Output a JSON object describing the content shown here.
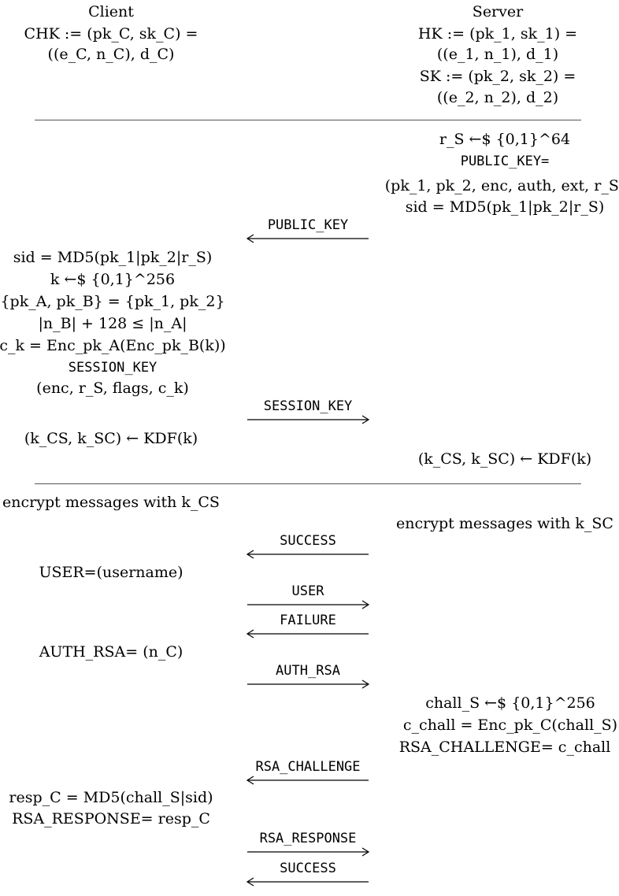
{
  "header": {
    "client_title": "Client",
    "client_keys": [
      "CHK := (pk_C, sk_C) =",
      "((e_C, n_C), d_C)"
    ],
    "server_title": "Server",
    "server_keys": [
      "HK := (pk_1, sk_1) =",
      "((e_1, n_1), d_1)",
      "SK := (pk_2, sk_2) =",
      "((e_2, n_2), d_2)"
    ]
  },
  "server_init": [
    "r_S ←$ {0,1}^64",
    "PUBLIC_KEY=",
    "(pk_1, pk_2, enc, auth, ext, r_S)",
    "sid = MD5(pk_1|pk_2|r_S)"
  ],
  "client_session": [
    "sid = MD5(pk_1|pk_2|r_S)",
    "k ←$ {0,1}^256",
    "{pk_A, pk_B} = {pk_1, pk_2}",
    "|n_B| + 128 ≤ |n_A|",
    "c_k = Enc_pk_A(Enc_pk_B(k))",
    "SESSION_KEY",
    "(enc, r_S, flags, c_k)"
  ],
  "kdf": {
    "client": "(k_CS, k_SC) ← KDF(k)",
    "server": "(k_CS, k_SC) ← KDF(k)"
  },
  "encrypt": {
    "client": "encrypt messages with k_CS",
    "server": "encrypt messages with k_SC"
  },
  "user_line": "USER=(username)",
  "auth_line": "AUTH_RSA= (n_C)",
  "server_challenge": [
    "chall_S ←$ {0,1}^256",
    "c_chall = Enc_pk_C(chall_S)",
    "RSA_CHALLENGE= c_chall"
  ],
  "client_response": [
    "resp_C = MD5(chall_S|sid)",
    "RSA_RESPONSE= resp_C"
  ],
  "messages": [
    {
      "label": "PUBLIC_KEY",
      "direction": "left"
    },
    {
      "label": "SESSION_KEY",
      "direction": "right"
    },
    {
      "label": "SUCCESS",
      "direction": "left"
    },
    {
      "label": "USER",
      "direction": "right"
    },
    {
      "label": "FAILURE",
      "direction": "left"
    },
    {
      "label": "AUTH_RSA",
      "direction": "right"
    },
    {
      "label": "RSA_CHALLENGE",
      "direction": "left"
    },
    {
      "label": "RSA_RESPONSE",
      "direction": "right"
    },
    {
      "label": "SUCCESS",
      "direction": "left"
    }
  ]
}
